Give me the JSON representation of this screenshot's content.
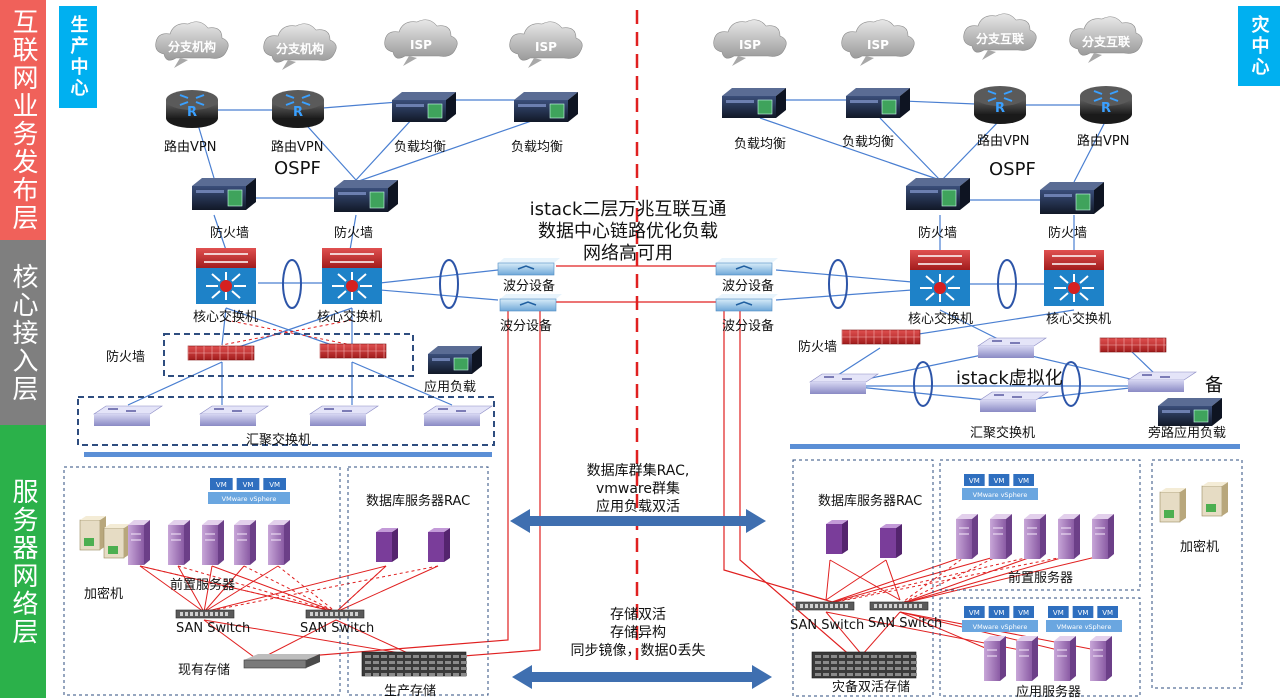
{
  "layers": [
    {
      "label": "互联网业务发布层",
      "color": "#f0615a"
    },
    {
      "label": "核心接入层",
      "color": "#7f7f7f"
    },
    {
      "label": "服务器网络层",
      "color": "#2bb14a"
    }
  ],
  "centers": {
    "production": "生产中心",
    "disaster": "灾中心"
  },
  "clouds": [
    "分支机构",
    "分支机构",
    "ISP",
    "ISP",
    "ISP",
    "ISP",
    "分支互联",
    "分支互联"
  ],
  "labels": {
    "router_vpn": "路由VPN",
    "load_balance": "负载均衡",
    "ospf": "OSPF",
    "firewall": "防火墙",
    "core_switch": "核心交换机",
    "wave_device": "波分设备",
    "app_load": "应用负载",
    "agg_switch": "汇聚交换机",
    "istack_virtual": "istack虚拟化",
    "backup": "备",
    "bypass_load": "旁路应用负载",
    "db_rac": "数据库服务器RAC",
    "front_server": "前置服务器",
    "encryptor": "加密机",
    "san_switch": "SAN Switch",
    "existing_storage": "现有存储",
    "prod_storage": "生产存储",
    "dr_storage": "灾备双活存储",
    "app_server": "应用服务器",
    "vm": "VM",
    "vmware": "VMware vSphere"
  },
  "center_text": {
    "top": [
      "istack二层万兆互联互通",
      "数据中心链路优化负载",
      "网络高可用"
    ],
    "middle": [
      "数据库群集RAC,",
      "vmware群集",
      "应用负载双活"
    ],
    "bottom": [
      "存储双活",
      "存储异构",
      "同步镜像，数据0丢失"
    ]
  },
  "colors": {
    "link_red": "#e02020",
    "link_blue": "#4a7fd1",
    "dash_navy": "#2e4d7f",
    "arrow_blue": "#3f6fb0"
  }
}
